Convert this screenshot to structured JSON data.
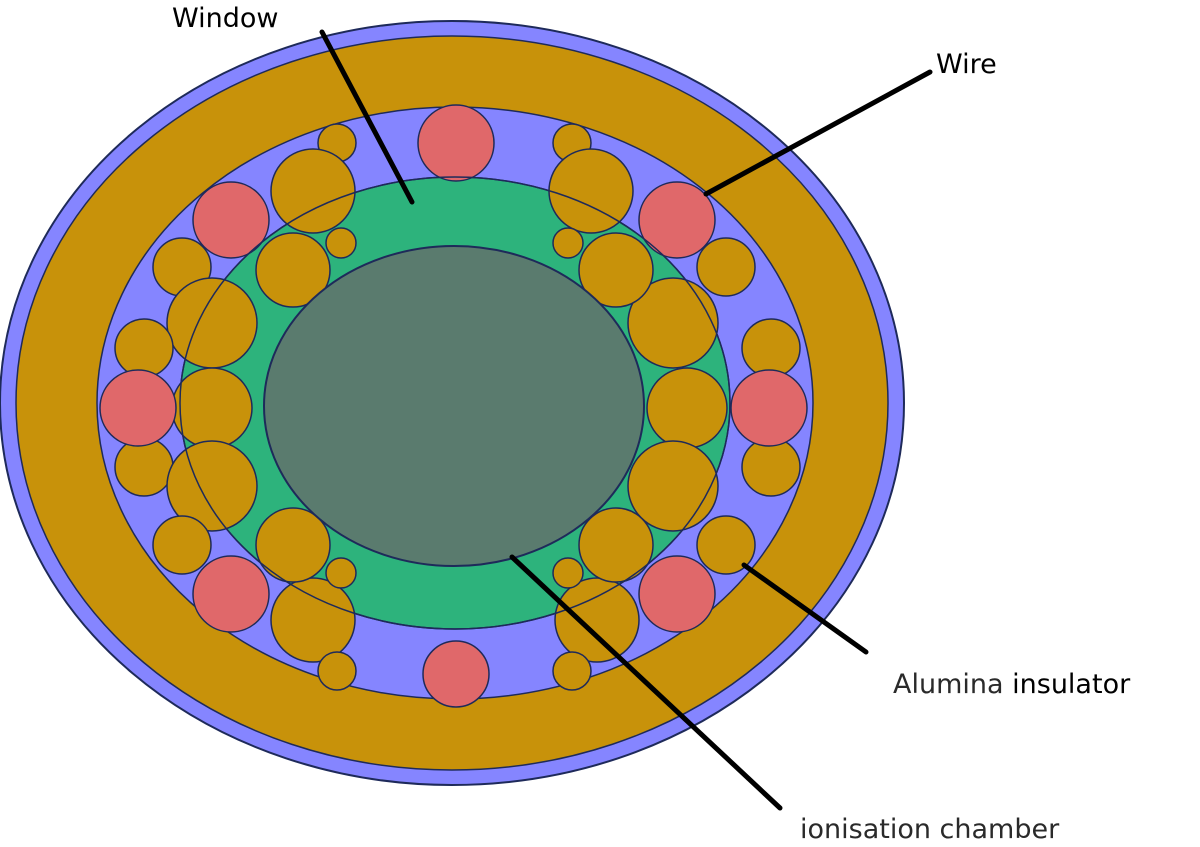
{
  "labels": {
    "window": "Window",
    "wire": "Wire",
    "alumina_prefix": "Alumina ",
    "alumina_suffix": "insulator",
    "ionisation": "ionisation chamber"
  },
  "colors": {
    "outer_casing": "#C8920A",
    "sheath": "#8585FF",
    "window": "#2DB37C",
    "chamber": "#5A7B6E",
    "wire": "#E0686A",
    "insulator": "#C8920A",
    "outline": "#1E2A5A",
    "leader": "#000000"
  }
}
